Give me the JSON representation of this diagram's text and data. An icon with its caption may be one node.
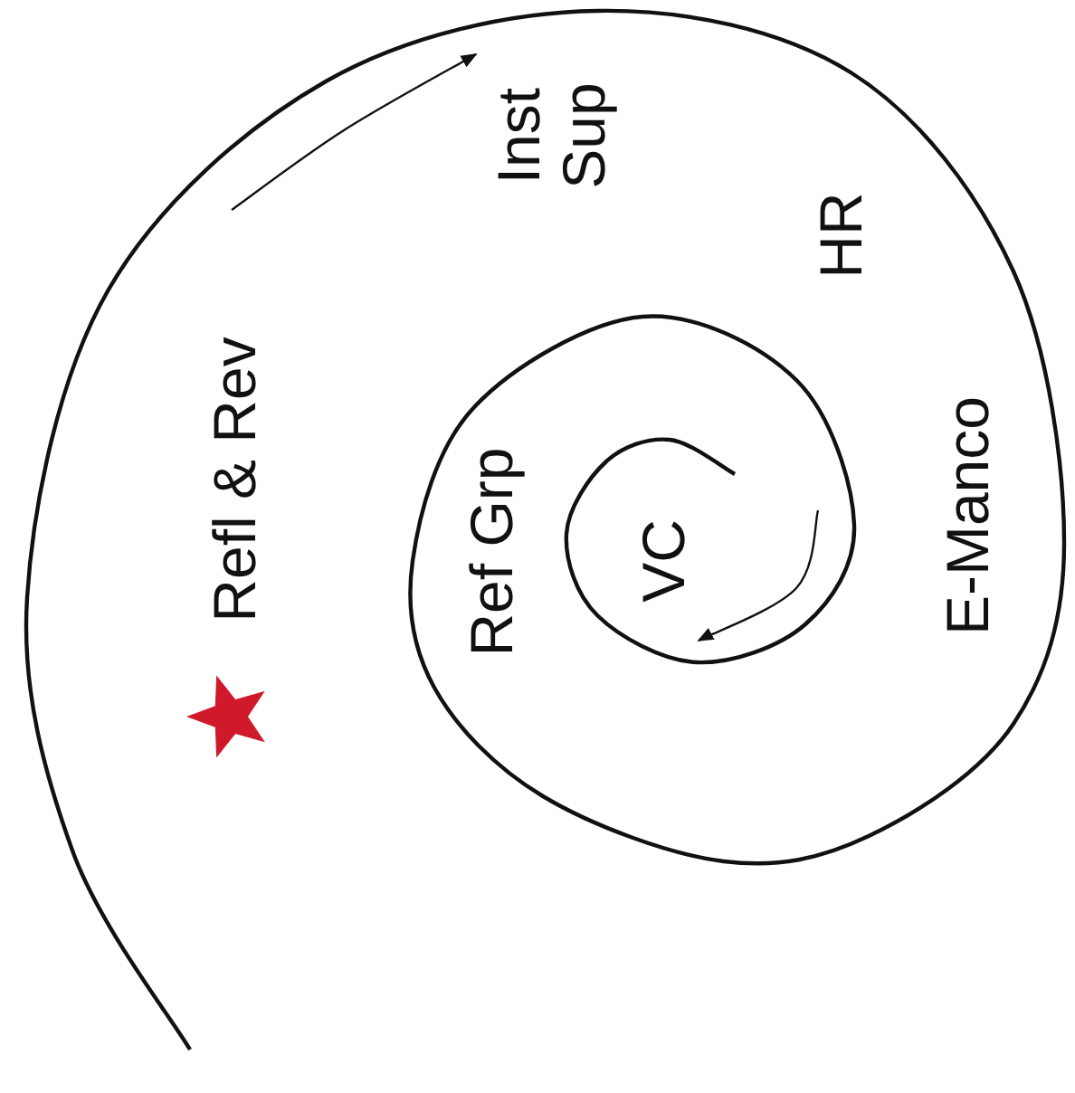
{
  "diagram": {
    "labels": [
      "Refl & Rev",
      "Inst Sup",
      "HR",
      "Ref Grp",
      "VC",
      "E-Manco"
    ]
  }
}
